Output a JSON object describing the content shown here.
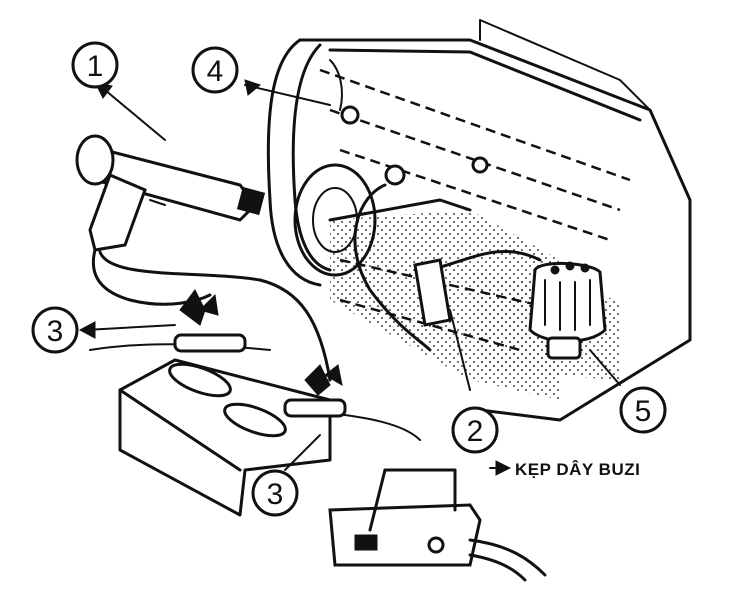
{
  "callouts": {
    "timing_light": "1",
    "spark_plug_clamp": "2",
    "battery_clip_left": "3",
    "battery_clip_right": "3",
    "timing_mark": "4",
    "distributor": "5"
  },
  "caption": {
    "clamp_label": "KẸP DÂY BUZI"
  }
}
